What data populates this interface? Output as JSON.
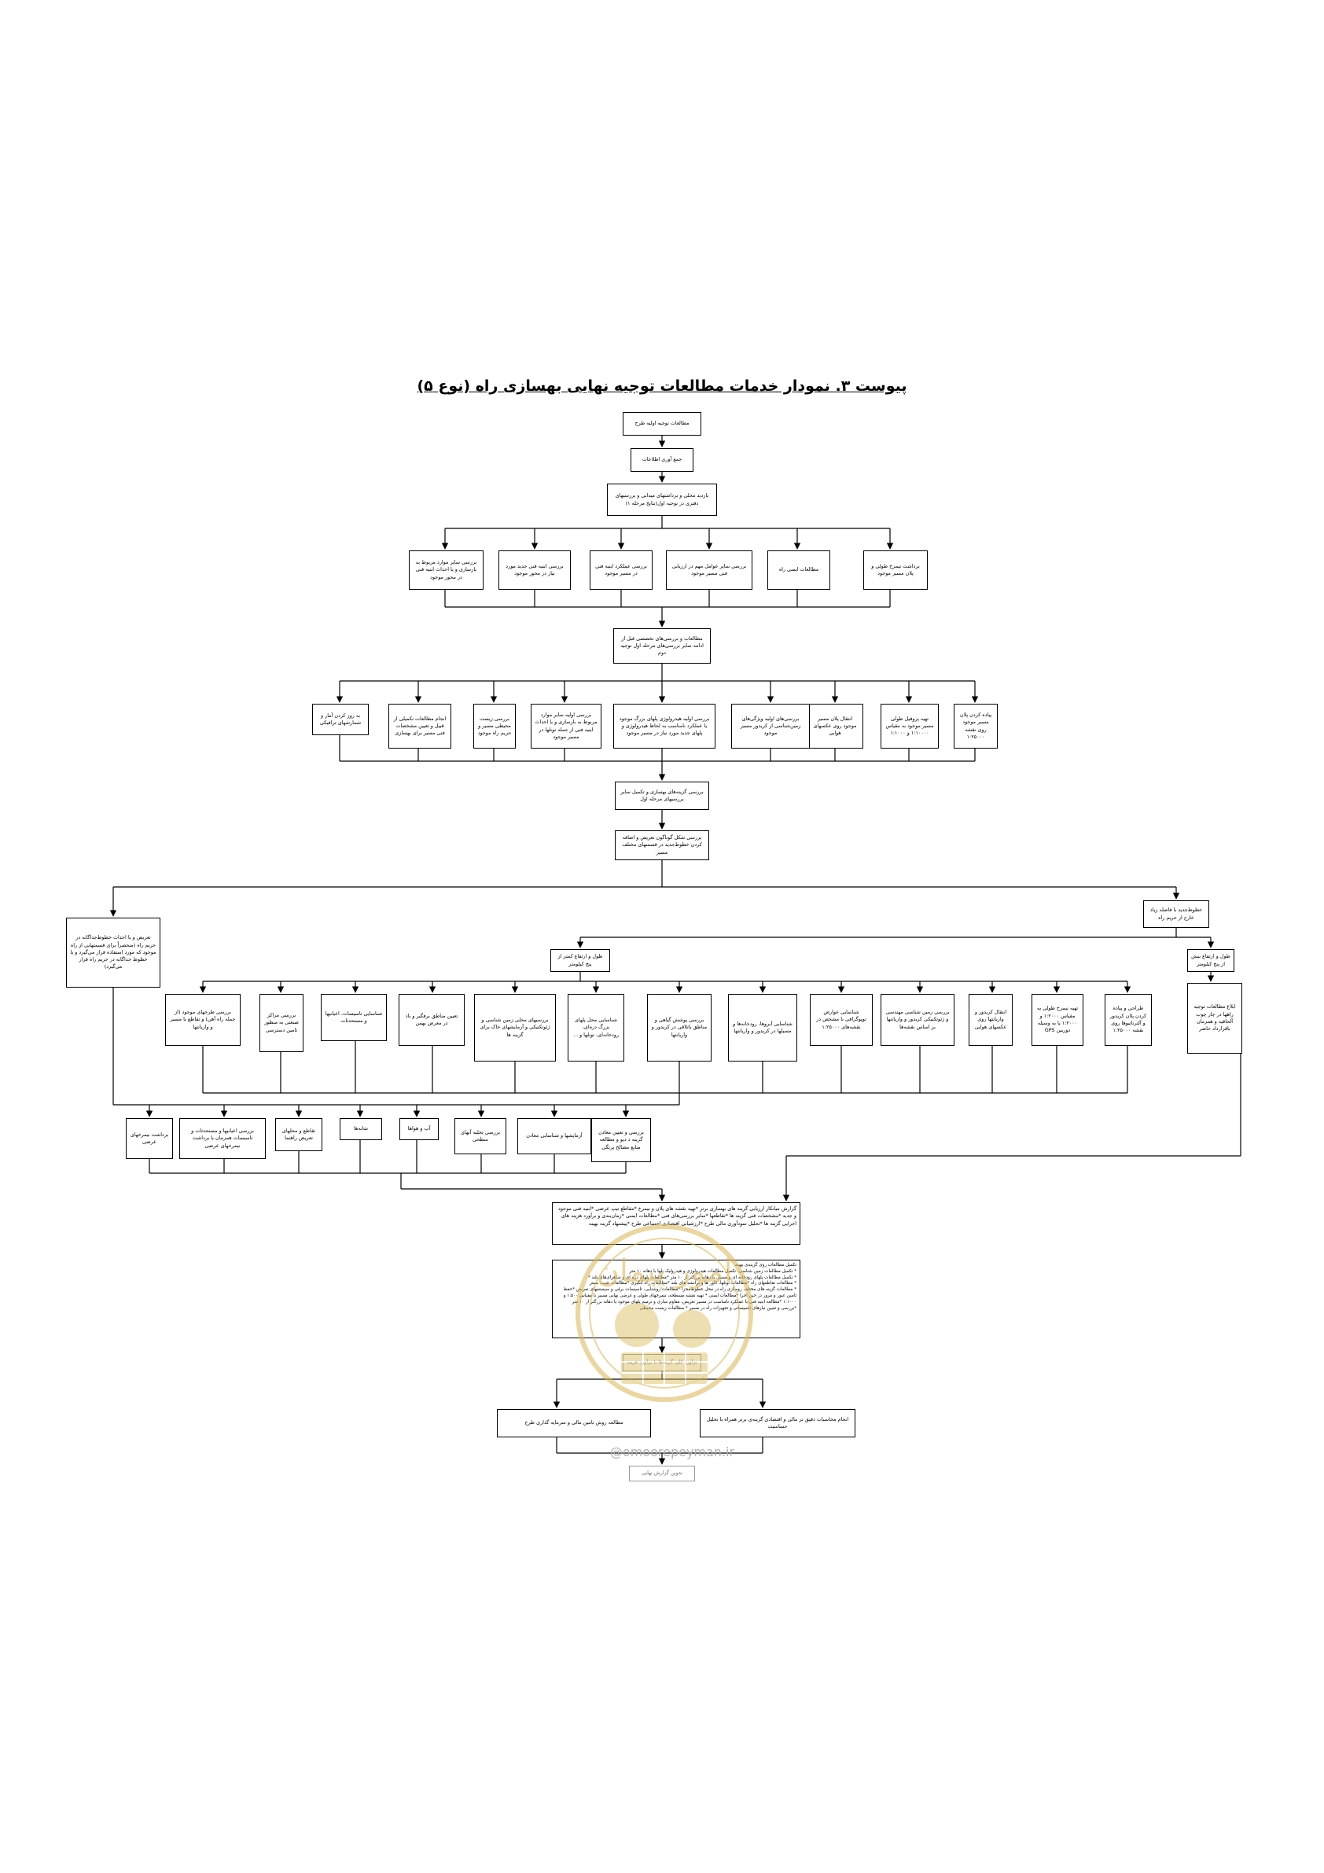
{
  "title": "پیوست ۳. نمودار خدمات مطالعات توجیه نهایی بهسازی راه (نوع ۵)",
  "boxes": {
    "b01": "مطالعات توجیه اولیه طرح",
    "b02": "جمع آوری اطلاعات",
    "b03": "بازدید محلی و برداشتهای میدانی و بررسیهای دفتری در توجیه اول(نتایج مرحله ۱)",
    "r1_1": "برداشت نیمرخ طولی و پلان مسیر موجود",
    "r1_2": "مطالعات ایمنی راه",
    "r1_3": "بررسی سایر عوامل مهم در ارزیابی فنی مسیر موجود",
    "r1_4": "بررسی عملکرد ابنیه فنی در مسیر موجود",
    "r1_5": "بررسی ابنیه فنی جدید مورد نیاز در محور موجود",
    "r1_6": "بررسی سایر موارد مربوط به بازسازی و یا احداث ابنیه فنی در محور موجود",
    "b04": "مطالعات و بررسی‌های تخصصی قبل از ادامه سایر بررسی‌های مرحله اول توجیه دوم",
    "r2_1": "پیاده کردن پلان مسیر موجود روی نقشه ۱:۲۵۰۰۰",
    "r2_2": "تهیه پروفیل طولی مسیر موجود به مقیاس ۱:۱۰۰۰۰ و ۱:۱۰۰۰",
    "r2_3": "انتقال پلان مسیر موجود روی عکسهای هوایی",
    "r2_4": "بررسی‌های اولیه ویژگی‌های زمین‌شناسی از کریدور مسیر موجود",
    "r2_5": "بررسی اولیه هیدرولوژی پلهای بزرگ موجود یا عملکرد نامناسب به لحاظ هیدرولوژی و پلهای جدید مورد نیاز در مسیر موجود",
    "r2_6": "بررسی اولیه سایر موارد مربوط به بازسازی و یا احداث ابنیه فنی از جمله تونلها در مسیر موجود",
    "r2_7": "بررسی زیست محیطی مسیر و حریم راه موجود",
    "r2_8": "انجام مطالعات تکمیلی از قبیل و تعیین مشخصات فنی مسیر برای بهسازی",
    "r2_9": "به روز کردن آمار و شمارشهای ترافیکی",
    "b05": "بررسی گزینه‌های بهسازی و تکمیل سایر بررسیهای مرحله اول",
    "b06": "بررسی شکل گوناگون تعریض و اضافه کردن خطوط‌جدید در قسمتهای مختلف مسیر",
    "b07": "خطوط‌جدید با فاصله زیاد خارج از حریم راه",
    "b08": "تعریض و یا احداث خطوط‌جداگانه در حریم راه (منحصراً برای قسمتهایی از راه موجود که مورد استفاده قرار می‌گیرد و یا خطوط جداگانه در حریم راه قرار می‌گیرد)",
    "b09": "طول و ارتفاع کمتر از پنج کیلومتر",
    "b10": "طول و ارتفاع بیش از پنج کیلومتر",
    "r3_1": "ابلاغ مطالعات توجیه راهها در چار چوب آلحاقیه و همزمان باقرارداد حاضر",
    "r3_2": "طراحی و پیاده کردن پلان کریدور و آلترناتیوها روی نقشه ۱:۲۵۰۰۰",
    "r3_3": "تهیه نیمرخ طولی به مقیاس ۱:۲۰۰۰ و ۱:۲۰۰۰ یا به وسیله دوربین GPS",
    "r3_4": "انتقال کریدور و واریانتها روی عکسهای هوایی",
    "r3_5": "بررسی زمین شناسی مهندسی و ژئوتکنیکی کریدور و واریانتها بر اساس نقشه‌ها",
    "r3_6": "شناسایی عوارض توپوگرافی با مشخص در نقشه‌های ۱:۲۵۰۰۰",
    "r3_7": "شناسایی آبروها، رودخانه‌ها و مسیلها در کریدور و واریانتها",
    "r3_8": "بررسی پوشش گیاهی و مناطق باتلاقی در کریدور و واریانتها",
    "r3_9": "شناسایی محل پلهای بزرگ دره‌ای، رودخانه‌ای، تونلها و ...",
    "r3_10": "بررسیهای محلی زمین شناسی و ژئوتکنیکی و آزمایشهای خاک برای گزینه ها",
    "r3_11": "تعیین مناطق برفگیر و باد در معرض بهمن",
    "r3_12": "شناسایی تاسیسات، اعیانیها و مستحدثات",
    "r3_13": "بررسی مراکز صنعتی به منظور تامین دسترسی",
    "r3_14": "بررسی طرحهای موجود (از جمله راه آهن) و تقاطع با مسیر و واریانتها",
    "r4_1": "بررسی و تعیین معادن گزینه د دپو و مطالعه منابع مصالح پرتگی",
    "r4_2": "آزمایشها و شناسایی معادن",
    "r4_3": "بررسی تخلیه آبهای سطحی",
    "r4_4": "آب و هواها",
    "r4_5": "شانه‌ها",
    "r4_6": "تقاطع و محلهای تعریض راهنما",
    "r4_7": "بررسی اعیانیها و مستحدثات و تاسیسات همزمان با برداشت نیمرخهای عرضی",
    "r4_8": "برداشت نیمرخهای عرضی",
    "b11": "گزارش میانکار ارزیابی گزینه های بهسازی برتر *تهیه نقشه های پلان و نیمرخ *مقاطع تیپ عرضی *ابنیه فنی موجود و جدید *مشخصات فنی گزینه ها *تقاطعها *سایر بررسی‌های فنی *مطالعات ایمنی *زمان‌بندی و برآورد هزینه های اجرایی گزینه ها *تحلیل سودآوری مالی طرح *ارزشیابی اقتصادی اجتماعی طرح *پیشنهاد گزینه بهینه",
    "b12": "تکمیل مطالعات روی گزینه‌ی بهینه\n* تکمیل مطالعات زمین شناسی، تکمیل مطالعات هیدرولوژی و هیدرولیک پلها با دهانه ۱۰ متر\n* تکمیل مطالعات پلهای رودخانه ای و مسیل با دهانه بزرگتر از ۱۰ متر *مطالعات پلهای دره ای و شاهرای‌های بلند *\n* مطالعات تقاطعهای راه *مطالعات تونلها، کاور ها و ترانشه های بلند *مطالعات راه آبگیری *مطالعات تثبیت بستر\n* مطالعات گزینه های مختلف روسازی راه در محل خطوط‌مجزا *مطالعات روشنایی، تاسیسات برقی و سیستمهای تعریض *حفظ تامین عبور و مرور در حین اجرا *مطالعات ایمنی * تهیه نقشه مسطحه، نیمرخهای طولی و عرضی نهایی مسیر با مقیاس ۱:۵۰۰ و ۱:۱۰۰۰ *مطالعه ابنیه فنی با عملکرد نامناسب در مسیر تعریض، مقاوم سازی و ترمیم پلهای موجود با دهانه بزرگتر از ۱۰ متر *بررسی و تعیین نیازهای تاسیساتی و تجهیزات راه در مسیر * مطالعات زیست محیطی",
    "b13": "برآورد کلی گزینه‌ها با برآورد هزینه",
    "b14": "انجام محاسبات دقیق تر مالی و اقتصادی گزینه‌ی برتر همراه با تحلیل حساسیت",
    "b15": "مطالعه روش تامین مالی و سرمایه گذاری طرح",
    "b16": "تدوین گزارش نهایی"
  },
  "logo": {
    "name": "omoorepeyman-logo",
    "brand_text": "امور پیمان",
    "color": "#d9b650"
  },
  "watermark": "@omoorepeyman.ir"
}
